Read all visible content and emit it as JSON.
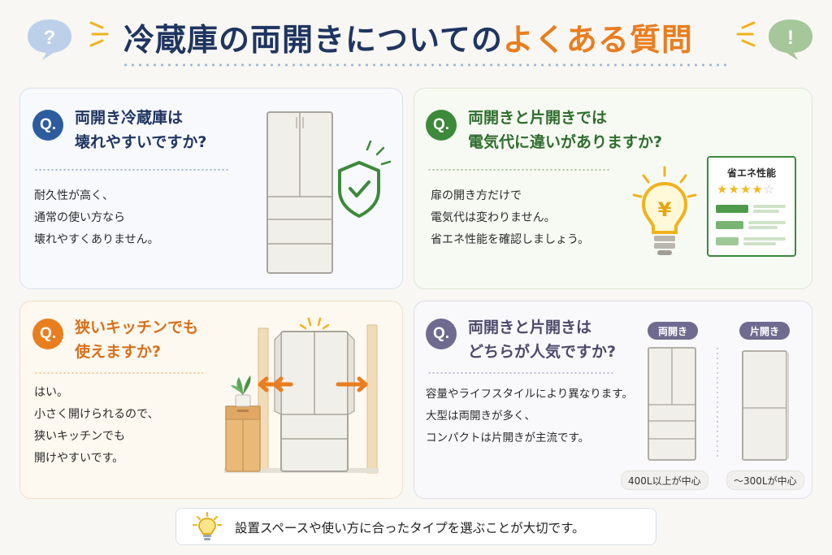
{
  "header": {
    "title_main": "冷蔵庫の両開きについての",
    "title_accent": "よくある質問",
    "left_bubble_glyph": "?",
    "right_bubble_glyph": "!"
  },
  "cards": [
    {
      "q_mark": "Q.",
      "title": [
        "両開き冷蔵庫は",
        "壊れやすいですか?"
      ],
      "answer": [
        "耐久性が高く、",
        "通常の使い方なら",
        "壊れやすくありません。"
      ],
      "color": "#2d5d9f",
      "icon": "shield-check-icon"
    },
    {
      "q_mark": "Q.",
      "title": [
        "両開きと片開きでは",
        "電気代に違いがありますか?"
      ],
      "answer": [
        "扉の開き方だけで",
        "電気代は変わりません。",
        "省エネ性能を確認しましょう。"
      ],
      "color": "#3d8a3a",
      "icon": "lightbulb-yen-icon",
      "energy_label": {
        "title": "省エネ性能",
        "stars_on": "★★★★",
        "stars_off": "☆",
        "rating": 4,
        "max": 5
      },
      "bulb_symbol": "¥"
    },
    {
      "q_mark": "Q.",
      "title": [
        "狭いキッチンでも",
        "使えますか?"
      ],
      "answer": [
        "はい。",
        "小さく開けられるので、",
        "狭いキッチンでも",
        "開けやすいです。"
      ],
      "color": "#e97e1f",
      "icon": "fridge-in-kitchen-icon"
    },
    {
      "q_mark": "Q.",
      "title": [
        "両開きと片開きは",
        "どちらが人気ですか?"
      ],
      "answer": [
        "容量やライフスタイルにより異なります。",
        "大型は両開きが多く、",
        "コンパクトは片開きが主流です。"
      ],
      "color": "#6f6a8f",
      "labels": {
        "double": "両開き",
        "single": "片開き",
        "double_caption": "400L以上が中心",
        "single_caption": "〜300Lが中心"
      }
    }
  ],
  "footer": {
    "tip": "設置スペースや使い方に合ったタイプを選ぶことが大切です。",
    "icon": "lightbulb-icon"
  },
  "colors": {
    "navy": "#1f3561",
    "orange": "#e97e1f",
    "green": "#3d8a3a",
    "blue": "#2d5d9f",
    "purple": "#6f6a8f"
  }
}
